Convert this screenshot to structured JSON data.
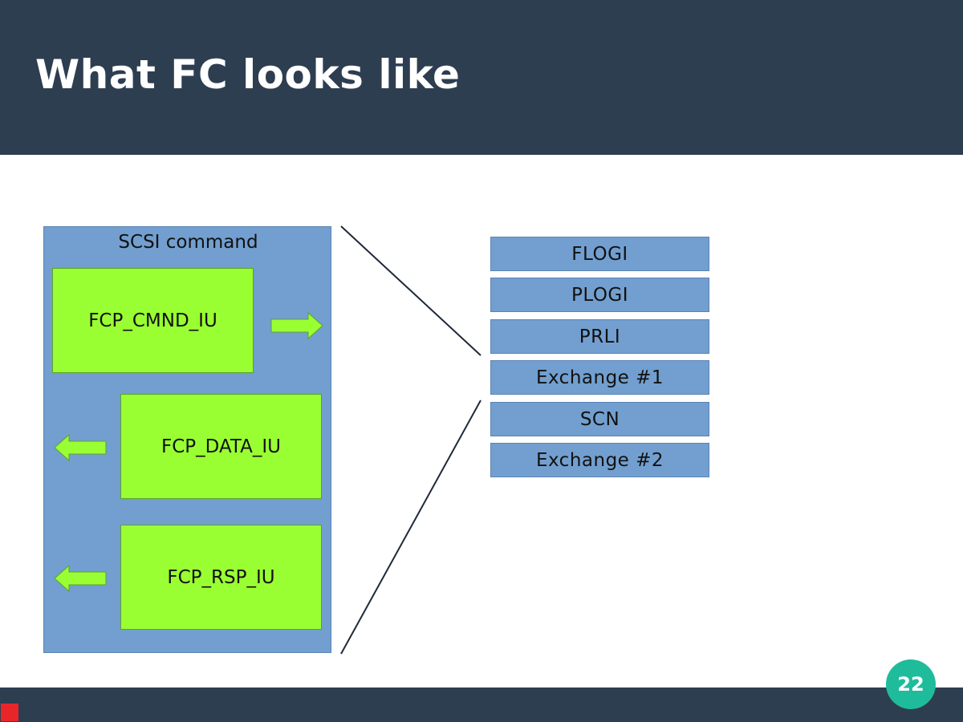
{
  "slide": {
    "title": "What FC looks like",
    "page_number": "22"
  },
  "scsi_command": {
    "label": "SCSI command",
    "ius": [
      {
        "label": "FCP_CMND_IU",
        "arrow": "right"
      },
      {
        "label": "FCP_DATA_IU",
        "arrow": "left"
      },
      {
        "label": "FCP_RSP_IU",
        "arrow": "left"
      }
    ]
  },
  "fc_sequence": {
    "items": [
      "FLOGI",
      "PLOGI",
      "PRLI",
      "Exchange #1",
      "SCN",
      "Exchange #2"
    ]
  },
  "colors": {
    "header": "#2e3e51",
    "accent_badge": "#1fbc9c",
    "box_blue": "#729fcf",
    "iu_green": "#99ff33",
    "footer_marker": "#e8262a"
  }
}
